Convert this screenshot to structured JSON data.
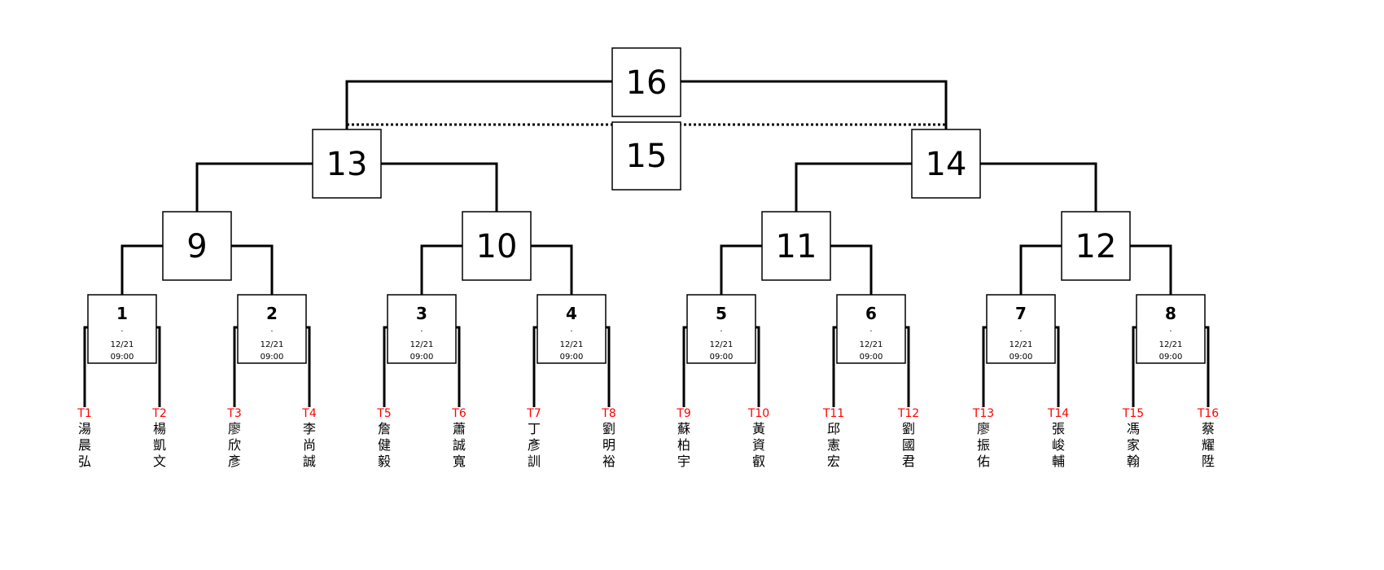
{
  "colors": {
    "line": "#000000",
    "team_id": "#ff0000",
    "text": "#000000"
  },
  "rounds": {
    "first": [
      {
        "number": "1",
        "dot": ".",
        "date": "12/21",
        "time": "09:00"
      },
      {
        "number": "2",
        "dot": ".",
        "date": "12/21",
        "time": "09:00"
      },
      {
        "number": "3",
        "dot": ".",
        "date": "12/21",
        "time": "09:00"
      },
      {
        "number": "4",
        "dot": ".",
        "date": "12/21",
        "time": "09:00"
      },
      {
        "number": "5",
        "dot": ".",
        "date": "12/21",
        "time": "09:00"
      },
      {
        "number": "6",
        "dot": ".",
        "date": "12/21",
        "time": "09:00"
      },
      {
        "number": "7",
        "dot": ".",
        "date": "12/21",
        "time": "09:00"
      },
      {
        "number": "8",
        "dot": ".",
        "date": "12/21",
        "time": "09:00"
      }
    ],
    "quarter": [
      "9",
      "10",
      "11",
      "12"
    ],
    "semi": [
      "13",
      "14"
    ],
    "third_place": "15",
    "final": "16"
  },
  "teams": [
    {
      "id": "T1",
      "name": "湯晨弘"
    },
    {
      "id": "T2",
      "name": "楊凱文"
    },
    {
      "id": "T3",
      "name": "廖欣彥"
    },
    {
      "id": "T4",
      "name": "李尚誠"
    },
    {
      "id": "T5",
      "name": "詹健毅"
    },
    {
      "id": "T6",
      "name": "蕭誠寬"
    },
    {
      "id": "T7",
      "name": "丁彥訓"
    },
    {
      "id": "T8",
      "name": "劉明裕"
    },
    {
      "id": "T9",
      "name": "蘇柏宇"
    },
    {
      "id": "T10",
      "name": "黃資叡"
    },
    {
      "id": "T11",
      "name": "邱憲宏"
    },
    {
      "id": "T12",
      "name": "劉國君"
    },
    {
      "id": "T13",
      "name": "廖振佑"
    },
    {
      "id": "T14",
      "name": "張峻輔"
    },
    {
      "id": "T15",
      "name": "馮家翰"
    },
    {
      "id": "T16",
      "name": "蔡耀陞"
    }
  ]
}
